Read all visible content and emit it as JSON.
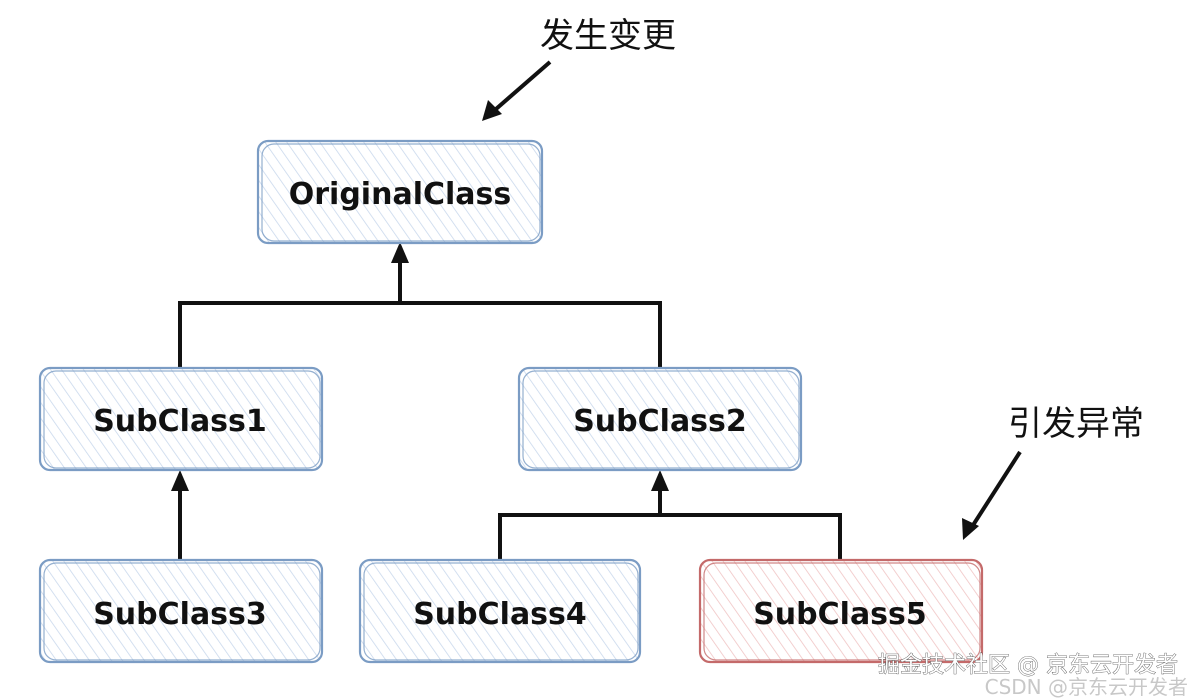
{
  "nodes": {
    "original": {
      "label": "OriginalClass"
    },
    "sub1": {
      "label": "SubClass1"
    },
    "sub2": {
      "label": "SubClass2"
    },
    "sub3": {
      "label": "SubClass3"
    },
    "sub4": {
      "label": "SubClass4"
    },
    "sub5": {
      "label": "SubClass5"
    }
  },
  "annotations": {
    "changed": "发生变更",
    "exception": "引发异常"
  },
  "colors": {
    "normal_border": "#7b9cc4",
    "normal_hatch": "#c9d8ec",
    "error_border": "#c46a6a",
    "error_hatch": "#f0c4c4",
    "line": "#111111"
  },
  "watermarks": {
    "main": "掘金技术社区 @ 京东云开发者",
    "sub": "CSDN @京东云开发者"
  }
}
